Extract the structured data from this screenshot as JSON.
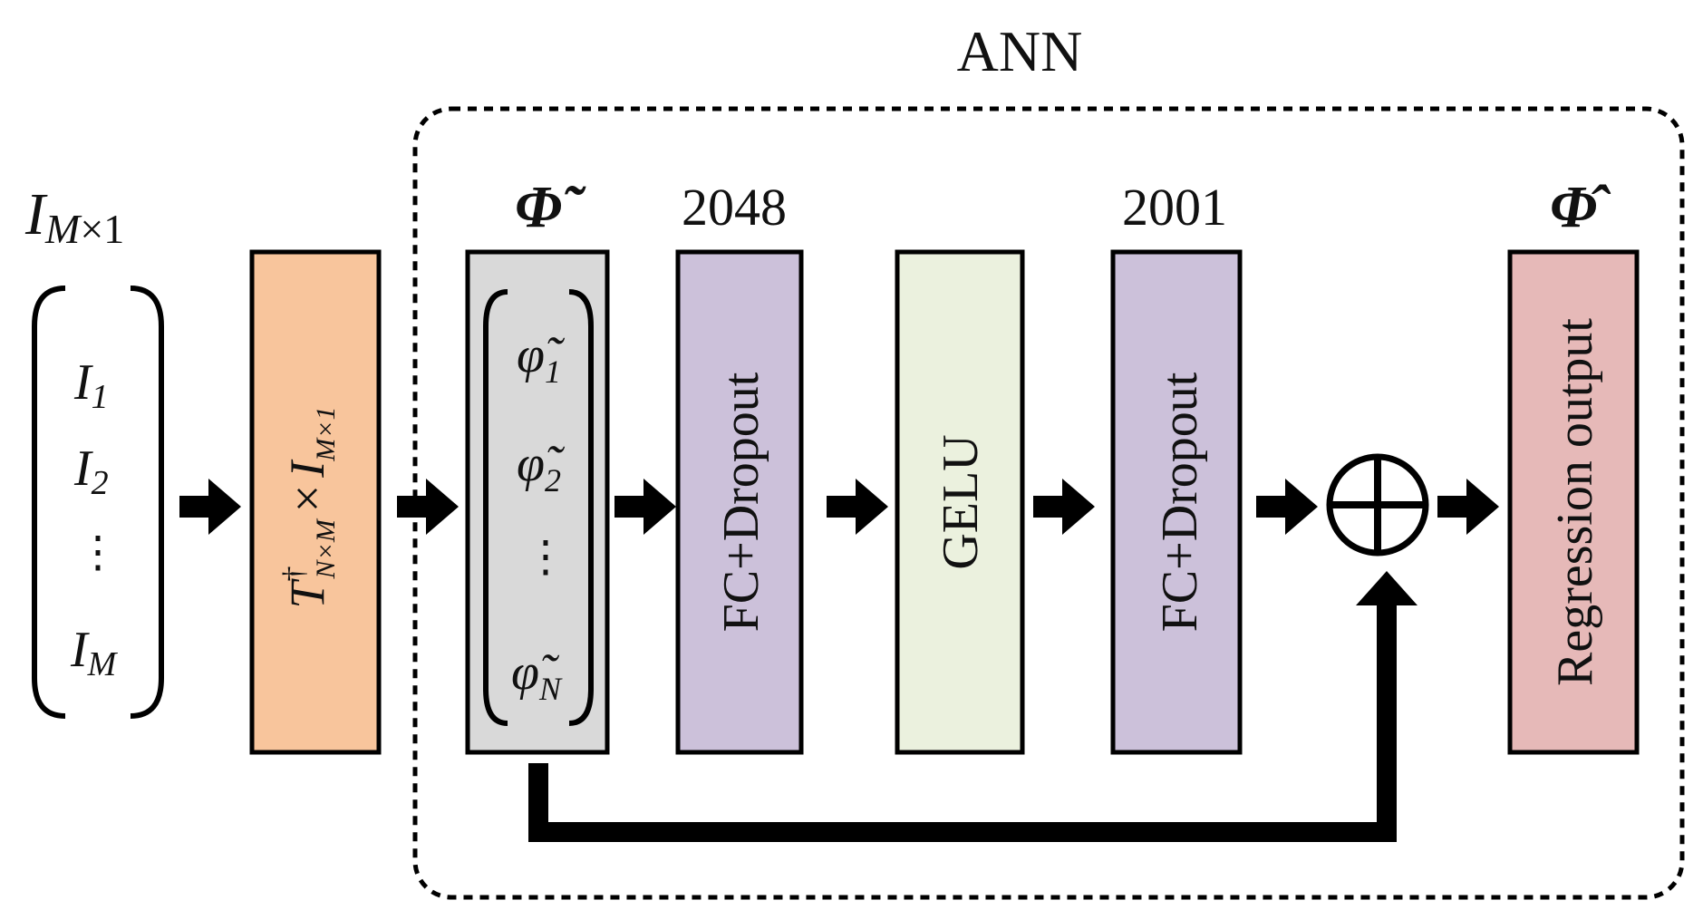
{
  "title": "ANN",
  "input": {
    "label_base": "I",
    "label_sub": "M",
    "label_times": "×",
    "label_one": "1",
    "items": [
      {
        "base": "I",
        "sub": "1"
      },
      {
        "base": "I",
        "sub": "2"
      },
      {
        "base": "⋮",
        "sub": ""
      },
      {
        "base": "I",
        "sub": "M"
      }
    ]
  },
  "transform_block": {
    "T": "T",
    "dagger": "†",
    "T_sub": "N×M",
    "times": "×",
    "I": "I",
    "I_sub": "M×1",
    "color": "#F8C59C"
  },
  "phi_tilde_block": {
    "header": "Φ̃",
    "items": [
      {
        "base": "φ̃",
        "sub": "1"
      },
      {
        "base": "φ̃",
        "sub": "2"
      },
      {
        "base": "⋮",
        "sub": ""
      },
      {
        "base": "φ̃",
        "sub": "N"
      }
    ],
    "color": "#D9D9D9"
  },
  "fc1_block": {
    "label": "FC+Dropout",
    "header": "2048",
    "color": "#CCC1DA"
  },
  "gelu_block": {
    "label": "GELU",
    "header": "",
    "color": "#EBF1DE"
  },
  "fc2_block": {
    "label": "FC+Dropout",
    "header": "2001",
    "color": "#CCC1DA"
  },
  "add_symbol": "⊕",
  "output_block": {
    "label": "Regression output",
    "header": "Φ̂",
    "color": "#E6B9B8"
  }
}
